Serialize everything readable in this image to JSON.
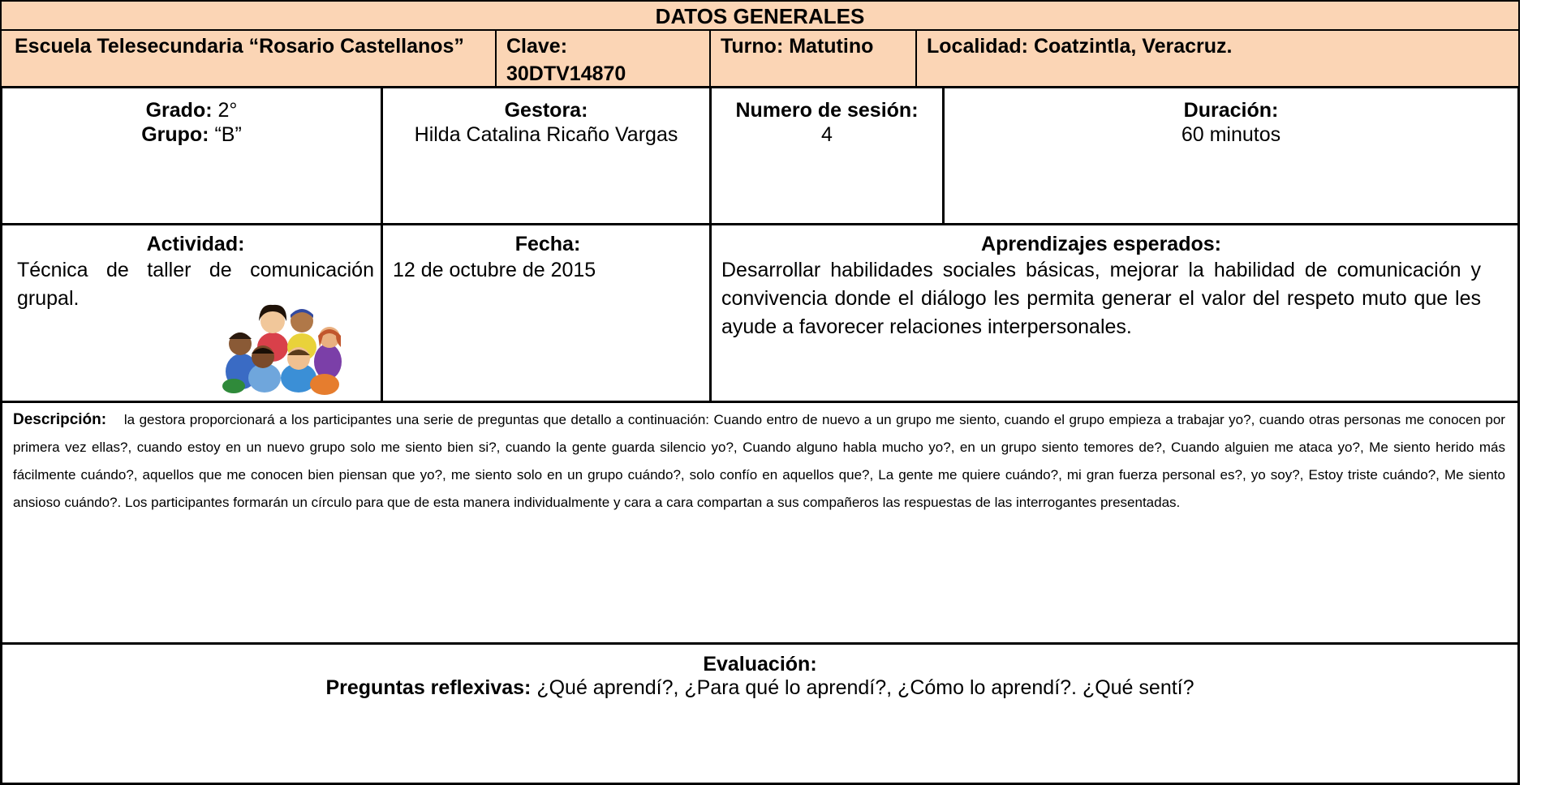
{
  "header": {
    "title": "DATOS GENERALES",
    "school": "Escuela Telesecundaria “Rosario Castellanos”",
    "clave_label": "Clave:",
    "clave_value": "30DTV14870",
    "turno": "Turno: Matutino",
    "localidad": "Localidad: Coatzintla, Veracruz."
  },
  "info": {
    "grado_label": "Grado:",
    "grado_value": " 2°",
    "grupo_label": "Grupo:",
    "grupo_value": " “B”",
    "gestora_label": "Gestora:",
    "gestora_value": "Hilda Catalina Ricaño Vargas",
    "sesion_label": "Numero de sesión:",
    "sesion_value": "4",
    "duracion_label": "Duración:",
    "duracion_value": "60 minutos"
  },
  "activity": {
    "actividad_label": "Actividad:",
    "actividad_value": "Técnica de taller de comunicación grupal.",
    "fecha_label": "Fecha:",
    "fecha_value": "12 de octubre de 2015",
    "aprendizajes_label": "Aprendizajes esperados:",
    "aprendizajes_value": "Desarrollar habilidades sociales básicas, mejorar la habilidad de comunicación y convivencia donde el diálogo les permita generar el valor del respeto muto que les ayude a favorecer relaciones interpersonales."
  },
  "description": {
    "label": "Descripción:",
    "text": "la gestora proporcionará a los participantes una serie de preguntas que detallo a continuación: Cuando entro de nuevo a un grupo me siento, cuando el grupo empieza a trabajar yo?, cuando otras personas me conocen por primera vez ellas?,  cuando estoy en un nuevo grupo solo me siento bien si?, cuando la gente guarda silencio yo?, Cuando alguno habla mucho yo?,  en un grupo siento temores de?, Cuando alguien me ataca yo?, Me siento herido más fácilmente cuándo?, aquellos que me conocen bien piensan que yo?, me siento solo en un grupo cuándo?, solo confío en aquellos que?, La gente me quiere cuándo?, mi gran fuerza personal es?, yo soy?, Estoy triste cuándo?, Me siento ansioso cuándo?. Los participantes formarán un círculo para que de esta manera individualmente y cara a cara compartan a sus compañeros las respuestas de las interrogantes presentadas."
  },
  "evaluation": {
    "label": "Evaluación:",
    "questions_label": "Preguntas reflexivas:",
    "questions_value": " ¿Qué aprendí?, ¿Para qué lo aprendí?, ¿Cómo lo aprendí?. ¿Qué sentí?"
  },
  "colors": {
    "header_bg": "#fbd5b5",
    "border": "#000000"
  },
  "icons": {
    "activity_image": "children-circle-clipart"
  }
}
